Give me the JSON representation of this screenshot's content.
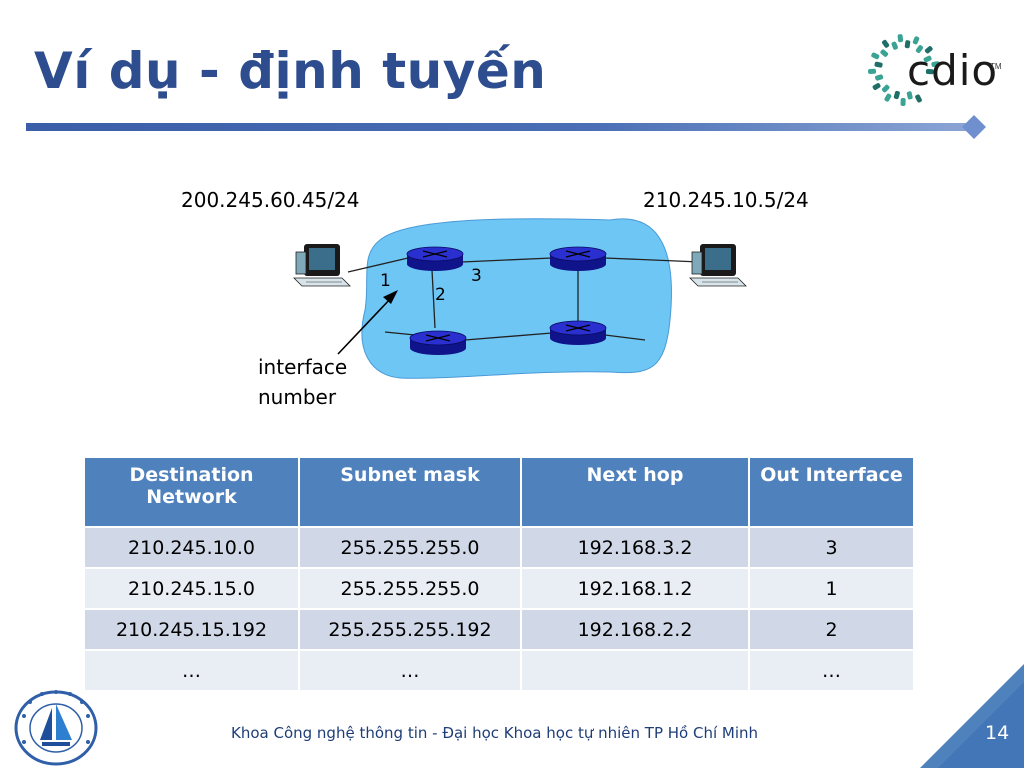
{
  "slide": {
    "title": "Ví dụ - định tuyến",
    "footer": "Khoa Công nghệ thông tin - Đại học Khoa học tự nhiên TP Hồ Chí Minh",
    "page_number": "14"
  },
  "logo": {
    "brand": "cdio",
    "tm": "TM"
  },
  "diagram": {
    "left_host_ip": "200.245.60.45/24",
    "right_host_ip": "210.245.10.5/24",
    "interfaces": [
      "1",
      "2",
      "3"
    ],
    "annotation_line1": "interface",
    "annotation_line2": "number"
  },
  "table": {
    "headers": [
      "Destination Network",
      "Subnet mask",
      "Next hop",
      "Out Interface"
    ],
    "rows": [
      [
        "210.245.10.0",
        "255.255.255.0",
        "192.168.3.2",
        "3"
      ],
      [
        "210.245.15.0",
        "255.255.255.0",
        "192.168.1.2",
        "1"
      ],
      [
        "210.245.15.192",
        "255.255.255.192",
        "192.168.2.2",
        "2"
      ],
      [
        "…",
        "…",
        "",
        "…"
      ]
    ]
  },
  "colors": {
    "title": "#2e4d8f",
    "table_header": "#4f81bd",
    "row_odd": "#d0d8e8",
    "row_even": "#e9edf4",
    "network_cloud": "#6ec6f5",
    "router": "#1a1fb8",
    "accent_corner": "#4f81bd"
  },
  "icons": [
    "cdio-logo",
    "computer-icon",
    "router-icon",
    "arrow-icon",
    "university-logo"
  ]
}
